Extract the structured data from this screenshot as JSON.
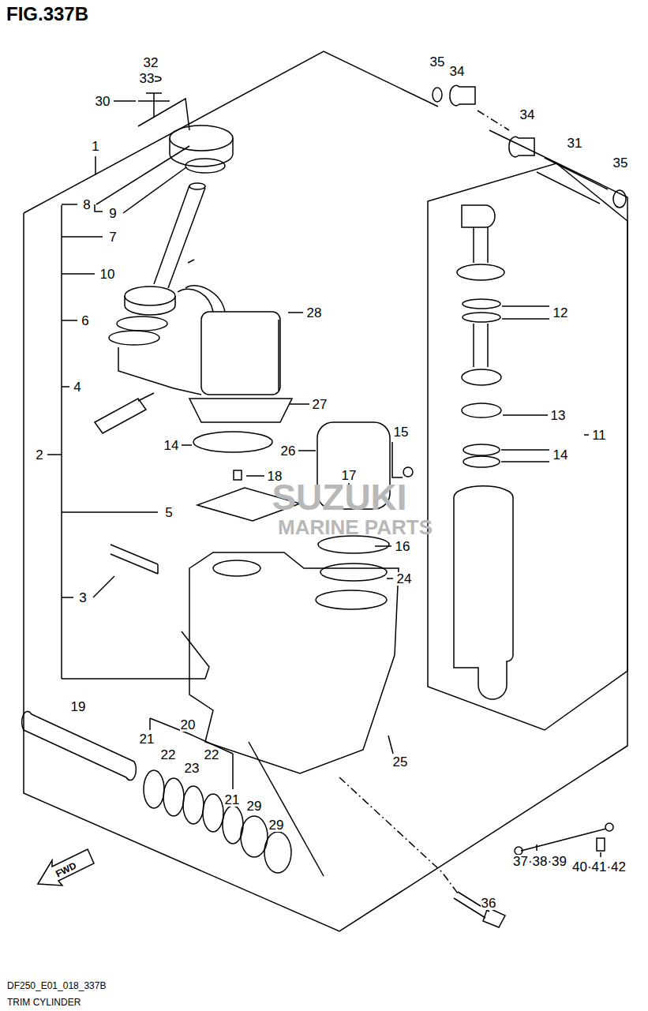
{
  "diagram": {
    "title": "FIG.337B",
    "labels": [
      "32",
      "33",
      "30",
      "1",
      "8",
      "9",
      "7",
      "10",
      "6",
      "4",
      "2",
      "5",
      "3",
      "35",
      "34",
      "34",
      "31",
      "35",
      "12",
      "13",
      "14",
      "11",
      "28",
      "27",
      "14",
      "26",
      "15",
      "18",
      "17",
      "16",
      "24",
      "19",
      "20",
      "21",
      "22",
      "23",
      "22",
      "21",
      "29",
      "29",
      "25",
      "36",
      "37·38·39",
      "40·41·42",
      "SUZUKI",
      "MARINE PARTS",
      "FWD",
      "DF250_E01_018_337B",
      "TRIM CYLINDER"
    ]
  }
}
